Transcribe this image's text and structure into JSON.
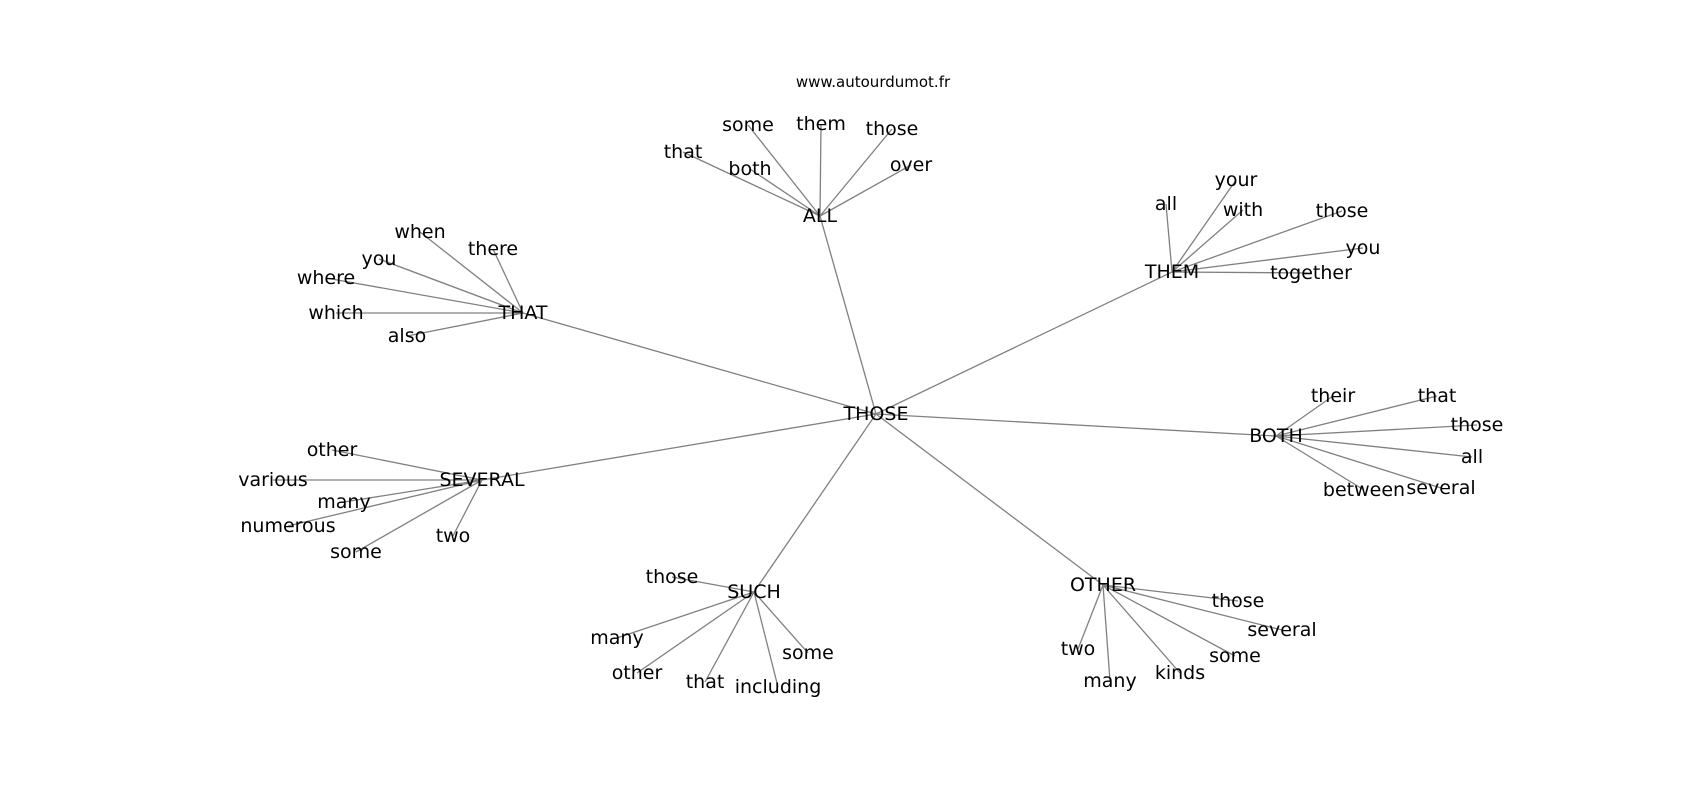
{
  "credit": "www.autourdumot.fr",
  "root": "THOSE",
  "edge_color": "#808080",
  "clusters": [
    {
      "hub": "ALL",
      "leaves": [
        "some",
        "them",
        "those",
        "that",
        "both",
        "over"
      ]
    },
    {
      "hub": "THAT",
      "leaves": [
        "when",
        "there",
        "you",
        "where",
        "which",
        "also"
      ]
    },
    {
      "hub": "THEM",
      "leaves": [
        "your",
        "all",
        "with",
        "those",
        "you",
        "together"
      ]
    },
    {
      "hub": "BOTH",
      "leaves": [
        "their",
        "that",
        "those",
        "all",
        "between",
        "several"
      ]
    },
    {
      "hub": "SEVERAL",
      "leaves": [
        "other",
        "various",
        "many",
        "numerous",
        "some",
        "two"
      ]
    },
    {
      "hub": "SUCH",
      "leaves": [
        "those",
        "many",
        "other",
        "that",
        "including",
        "some"
      ]
    },
    {
      "hub": "OTHER",
      "leaves": [
        "those",
        "several",
        "two",
        "some",
        "many",
        "kinds"
      ]
    }
  ]
}
